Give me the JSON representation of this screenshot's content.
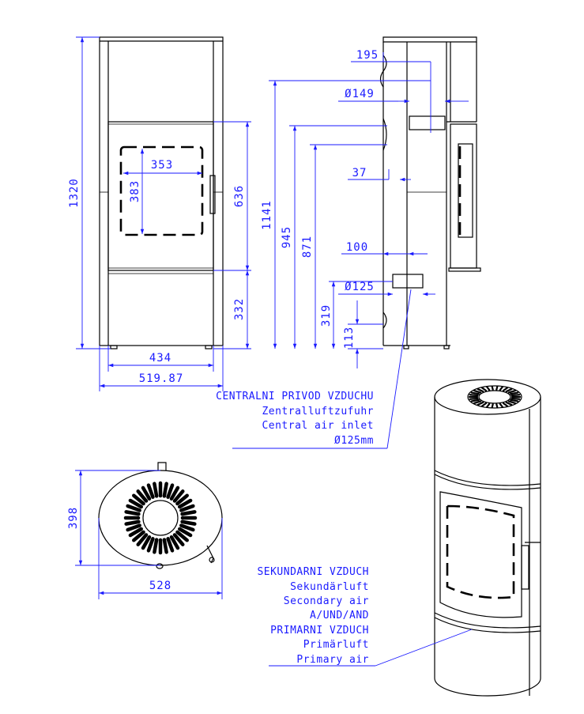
{
  "front_view": {
    "height_total": "1320",
    "window_width": "353",
    "window_height": "383",
    "door_height": "636",
    "bottom_height": "332",
    "inner_width": "434",
    "outer_width": "519.87"
  },
  "side_view": {
    "outlet_offset": "195",
    "outlet_diameter": "Ø149",
    "outlet_height": "1141",
    "height_945": "945",
    "height_871": "871",
    "depth_37": "37",
    "depth_100": "100",
    "inlet_diameter": "Ø125",
    "inlet_height": "319",
    "inlet_base": "113"
  },
  "top_view": {
    "depth": "398",
    "width": "528"
  },
  "central_air_note": [
    "CENTRALNI PRIVOD VZDUCHU",
    "Zentralluftzufuhr",
    "Central air inlet",
    "Ø125mm"
  ],
  "air_note": [
    "SEKUNDARNI VZDUCH",
    "Sekundärluft",
    "Secondary air",
    "A/UND/AND",
    "PRIMARNI VZDUCH",
    "Primärluft",
    "Primary air"
  ],
  "colors": {
    "dimension": "#1a1aff",
    "outline": "#000000"
  }
}
